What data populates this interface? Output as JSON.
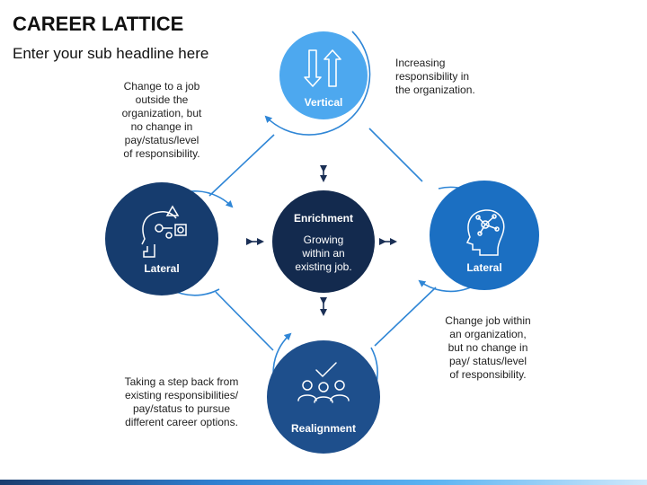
{
  "header": {
    "title": "CAREER LATTICE",
    "subtitle": "Enter your sub headline here"
  },
  "nodes": {
    "vertical": {
      "label": "Vertical",
      "icon": "up-down-arrows-icon",
      "color": "#4da8ef"
    },
    "lateral_right": {
      "label": "Lateral",
      "icon": "head-network-icon",
      "color": "#1b6fc2"
    },
    "realignment": {
      "label": "Realignment",
      "icon": "team-check-icon",
      "color": "#1e4f8c"
    },
    "lateral_left": {
      "label": "Lateral",
      "icon": "head-gears-icon",
      "color": "#163c6e"
    },
    "enrichment": {
      "label": "Enrichment",
      "text_lines": [
        "Growing",
        "within an",
        "existing job."
      ],
      "color": "#132a4e"
    }
  },
  "descriptions": {
    "vertical": [
      "Increasing",
      "responsibility in",
      "the organization."
    ],
    "lateral_left": [
      "Change to a job",
      "outside the",
      "organization, but",
      "no change in",
      "pay/status/level",
      "of responsibility."
    ],
    "lateral_right": [
      "Change job within",
      "an organization,",
      "but no change in",
      "pay/ status/level",
      "of responsibility."
    ],
    "realignment": [
      "Taking a step back from",
      "existing responsibilities/",
      "pay/status to pursue",
      "different career options."
    ]
  },
  "colors": {
    "line": "#2f86d6",
    "arrow": "#1a2f55"
  }
}
